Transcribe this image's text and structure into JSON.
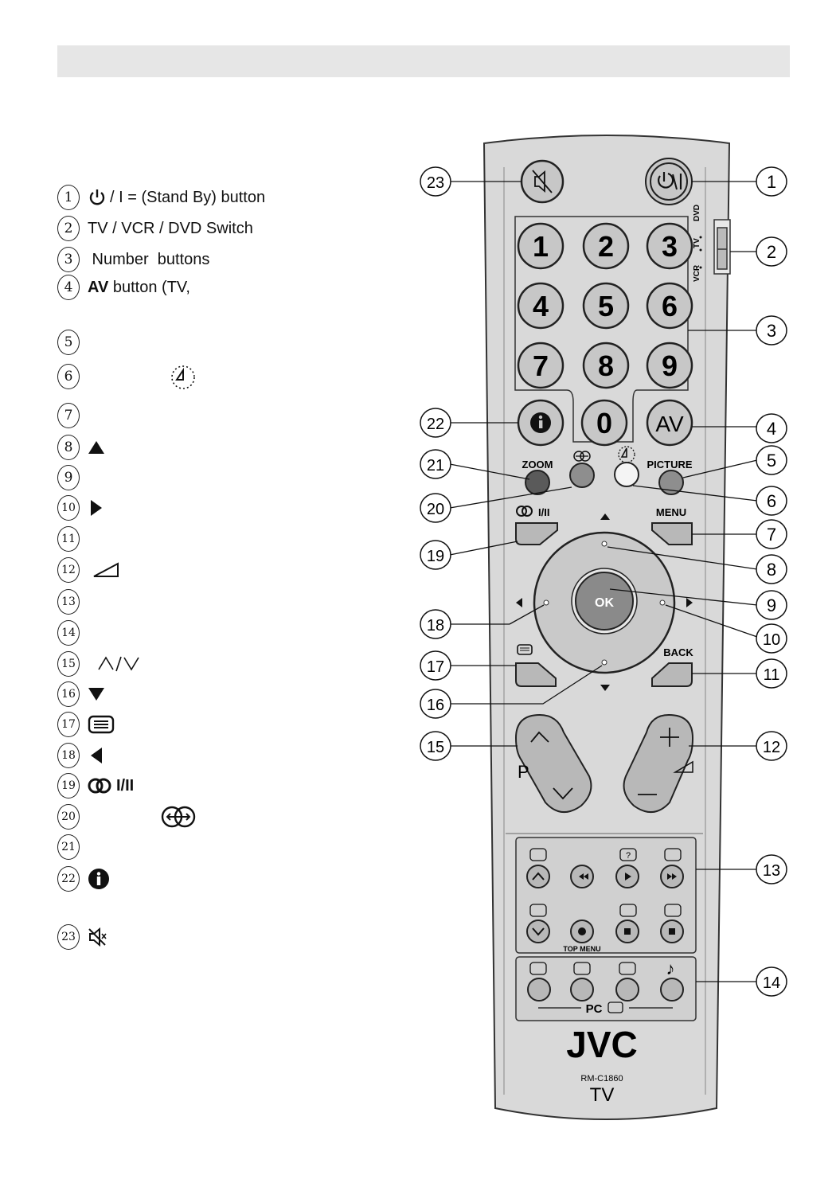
{
  "legend": [
    {
      "n": "1",
      "icon": "power-icon",
      "text": "/ I = (Stand By) button"
    },
    {
      "n": "2",
      "text": "TV / VCR / DVD Switch"
    },
    {
      "n": "3",
      "text": " Number  buttons"
    },
    {
      "n": "4",
      "bold": "AV",
      "text": " button (TV,"
    },
    {
      "n": "5",
      "text": ""
    },
    {
      "n": "6",
      "icon": "timer-icon",
      "text": ""
    },
    {
      "n": "7",
      "text": ""
    },
    {
      "n": "8",
      "icon": "up-triangle-icon",
      "text": ""
    },
    {
      "n": "9",
      "text": ""
    },
    {
      "n": "10",
      "icon": "right-triangle-icon",
      "text": ""
    },
    {
      "n": "11",
      "text": ""
    },
    {
      "n": "12",
      "icon": "volume-icon",
      "text": ""
    },
    {
      "n": "13",
      "text": ""
    },
    {
      "n": "14",
      "text": ""
    },
    {
      "n": "15",
      "icon": "program-icon",
      "text": ""
    },
    {
      "n": "16",
      "icon": "down-triangle-icon",
      "text": ""
    },
    {
      "n": "17",
      "icon": "teletext-icon",
      "text": ""
    },
    {
      "n": "18",
      "icon": "left-triangle-icon",
      "text": ""
    },
    {
      "n": "19",
      "icon": "sound-mode-icon",
      "text": ""
    },
    {
      "n": "20",
      "icon": "swap-icon",
      "text": ""
    },
    {
      "n": "21",
      "text": ""
    },
    {
      "n": "22",
      "icon": "info-icon",
      "text": ""
    },
    {
      "n": "23",
      "icon": "mute-icon",
      "text": ""
    }
  ],
  "remote": {
    "digits": [
      "1",
      "2",
      "3",
      "4",
      "5",
      "6",
      "7",
      "8",
      "9",
      "0"
    ],
    "av_label": "AV",
    "zoom_label": "ZOOM",
    "picture_label": "PICTURE",
    "menu_label": "MENU",
    "ok_label": "OK",
    "back_label": "BACK",
    "p_label": "P",
    "top_menu_label": "TOP MENU",
    "pc_label": "PC",
    "brand": "JVC",
    "model": "RM-C1860",
    "tv_label": "TV",
    "switch_labels": [
      "DVD",
      "TV",
      "VCR"
    ],
    "sound_label": "I/II"
  },
  "callouts": [
    "1",
    "2",
    "3",
    "4",
    "5",
    "6",
    "7",
    "8",
    "9",
    "10",
    "11",
    "12",
    "13",
    "14",
    "15",
    "16",
    "17",
    "18",
    "19",
    "20",
    "21",
    "22",
    "23"
  ]
}
